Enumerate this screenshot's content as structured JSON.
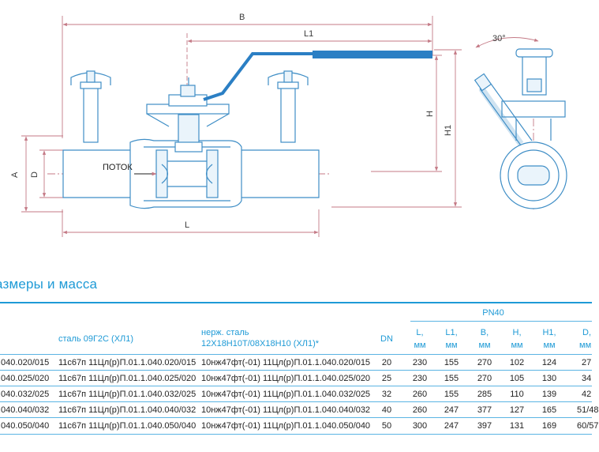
{
  "drawing": {
    "dims": {
      "B": "B",
      "L1": "L1",
      "H": "H",
      "H1": "H1",
      "A": "A",
      "D": "D",
      "L": "L",
      "angle": "30°"
    },
    "flow_label": "ПОТОК"
  },
  "section_title": "азмеры и масса",
  "table": {
    "pressure_label": "PN40",
    "headers": {
      "steel": "сталь 09Г2С (ХЛ1)",
      "stainless_line1": "нерж. сталь",
      "stainless_line2": "12Х18Н10Т/08Х18Н10 (ХЛ1)*",
      "dn": "DN",
      "L": [
        "L,",
        "мм"
      ],
      "L1": [
        "L1,",
        "мм"
      ],
      "B": [
        "B,",
        "мм"
      ],
      "H": [
        "H,",
        "мм"
      ],
      "H1": [
        "H1,",
        "мм"
      ],
      "D": [
        "D,",
        "мм"
      ]
    },
    "rows": [
      {
        "code": ".040.020/015",
        "steel": "11с67п 11Цл(р)П.01.1.040.020/015",
        "stainless": "10нж47фт(-01) 11Цл(р)П.01.1.040.020/015",
        "dn": "20",
        "L": "230",
        "L1": "155",
        "B": "270",
        "H": "102",
        "H1": "124",
        "D": "27"
      },
      {
        "code": ".040.025/020",
        "steel": "11с67п 11Цл(р)П.01.1.040.025/020",
        "stainless": "10нж47фт(-01) 11Цл(р)П.01.1.040.025/020",
        "dn": "25",
        "L": "230",
        "L1": "155",
        "B": "270",
        "H": "105",
        "H1": "130",
        "D": "34"
      },
      {
        "code": ".040.032/025",
        "steel": "11с67п 11Цл(р)П.01.1.040.032/025",
        "stainless": "10нж47фт(-01) 11Цл(р)П.01.1.040.032/025",
        "dn": "32",
        "L": "260",
        "L1": "155",
        "B": "285",
        "H": "110",
        "H1": "139",
        "D": "42"
      },
      {
        "code": ".040.040/032",
        "steel": "11с67п 11Цл(р)П.01.1.040.040/032",
        "stainless": "10нж47фт(-01) 11Цл(р)П.01.1.040.040/032",
        "dn": "40",
        "L": "260",
        "L1": "247",
        "B": "377",
        "H": "127",
        "H1": "165",
        "D": "51/48"
      },
      {
        "code": ".040.050/040",
        "steel": "11с67п 11Цл(р)П.01.1.040.050/040",
        "stainless": "10нж47фт(-01) 11Цл(р)П.01.1.040.050/040",
        "dn": "50",
        "L": "300",
        "L1": "247",
        "B": "397",
        "H": "131",
        "H1": "169",
        "D": "60/57"
      }
    ]
  },
  "colors": {
    "accent": "#1e9ad6",
    "line": "#3f8ec6",
    "dimension": "#c47a86",
    "handle": "#2b7fc4"
  }
}
